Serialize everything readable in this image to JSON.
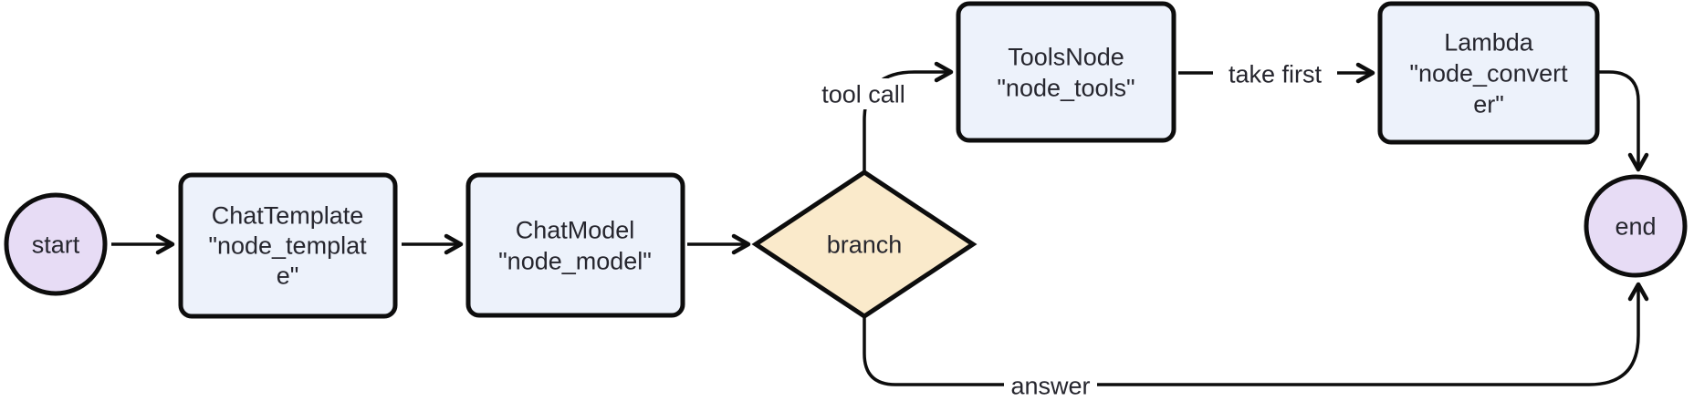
{
  "colors": {
    "process_fill": "#EDF2FB",
    "terminal_fill": "#E7DCF5",
    "decision_fill": "#FAEACB",
    "stroke": "#0D0D0D",
    "text": "#26262E",
    "label_bg": "#FFFFFF"
  },
  "nodes": {
    "start": {
      "shape": "circle",
      "label": "start"
    },
    "template": {
      "shape": "rounded-rect",
      "lines": [
        "ChatTemplate",
        "\"node_templat",
        "e\""
      ]
    },
    "model": {
      "shape": "rounded-rect",
      "lines": [
        "ChatModel",
        "\"node_model\""
      ]
    },
    "branch": {
      "shape": "diamond",
      "label": "branch"
    },
    "tools": {
      "shape": "rounded-rect",
      "lines": [
        "ToolsNode",
        "\"node_tools\""
      ]
    },
    "converter": {
      "shape": "rounded-rect",
      "lines": [
        "Lambda",
        "\"node_convert",
        "er\""
      ]
    },
    "end": {
      "shape": "circle",
      "label": "end"
    }
  },
  "edge_labels": {
    "tool_call": "tool call",
    "take_first": "take first",
    "answer": "answer"
  }
}
